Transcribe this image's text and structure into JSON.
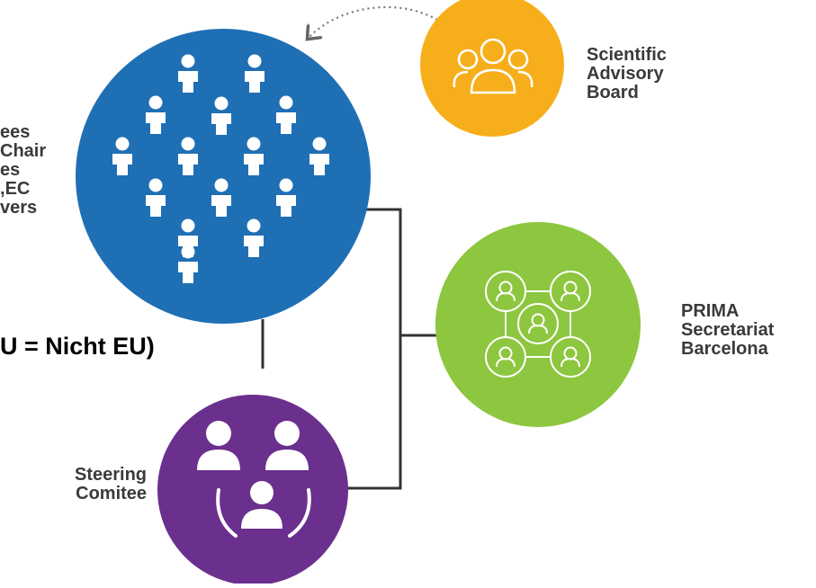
{
  "diagram": {
    "colors": {
      "members_circle": "#1f6fb5",
      "advisory_circle": "#f6ae1b",
      "secretariat_circle": "#8dc63f",
      "steering_circle": "#6b2f8e",
      "connector": "#333333",
      "label_text": "#3a3a3a"
    },
    "nodes": {
      "members": {
        "label_lines": [
          "ees",
          "Chair",
          "es",
          "EC,",
          "vers"
        ],
        "icon": "people-crowd-icon"
      },
      "advisory_board": {
        "label_lines": [
          "Scientific",
          "Advisory",
          "Board"
        ],
        "icon": "group-of-three-icon"
      },
      "secretariat": {
        "label_lines": [
          "PRIMA",
          "Secretariat",
          "Barcelona"
        ],
        "icon": "network-people-icon"
      },
      "steering_committee": {
        "label_lines": [
          "Steering",
          "Comitee"
        ],
        "icon": "people-circle-icon"
      }
    },
    "overlay_text": "U = Nicht EU)"
  }
}
